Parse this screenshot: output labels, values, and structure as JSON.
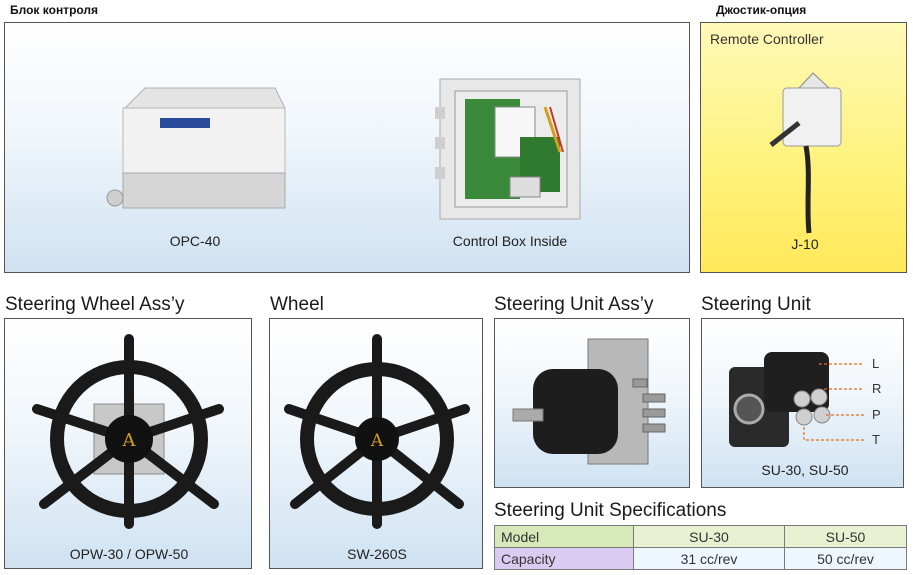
{
  "headers": {
    "control_block": "Блок контроля",
    "joystick_option": "Джостик-опция"
  },
  "control_box_panel": {
    "opc_caption": "OPC-40",
    "inside_caption": "Control Box Inside"
  },
  "remote_panel": {
    "title": "Remote Controller",
    "caption": "J-10"
  },
  "steering_wheel_assy": {
    "title": "Steering Wheel Ass’y",
    "caption": "OPW-30 / OPW-50"
  },
  "wheel": {
    "title": "Wheel",
    "caption": "SW-260S"
  },
  "steering_unit_assy": {
    "title": "Steering Unit Ass’y"
  },
  "steering_unit": {
    "title": "Steering Unit",
    "caption": "SU-30, SU-50",
    "ports": [
      "L",
      "R",
      "P",
      "T"
    ]
  },
  "specifications": {
    "title": "Steering Unit Specifications",
    "header": [
      "Model",
      "SU-30",
      "SU-50"
    ],
    "capacity": [
      "Capacity",
      "31 cc/rev",
      "50 cc/rev"
    ]
  },
  "colors": {
    "panel_blue": "#cfe2f2",
    "panel_yellow": "#fff27a",
    "table_green": "#e8f2d2",
    "table_purple": "#d9ccf0"
  }
}
